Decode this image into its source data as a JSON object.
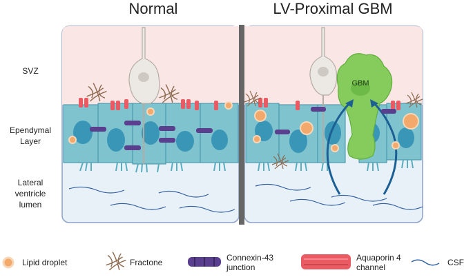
{
  "titles": {
    "left": "Normal",
    "right": "LV-Proximal GBM"
  },
  "row_labels": {
    "svz": "SVZ",
    "ependymal_line1": "Ependymal",
    "ependymal_line2": "Layer",
    "lumen_line1": "Lateral",
    "lumen_line2": "ventricle",
    "lumen_line3": "lumen"
  },
  "tumor_label": "GBM",
  "legend": {
    "lipid": "Lipid droplet",
    "fractone": "Fractone",
    "connexin_line1": "Connexin-43",
    "connexin_line2": "junction",
    "aquaporin_line1": "Aquaporin 4",
    "aquaporin_line2": "channel",
    "csf": "CSF"
  },
  "colors": {
    "svz_bg": "#fbe6e6",
    "lumen_bg": "#e8f0f8",
    "panel_border": "#8ca0c8",
    "divider": "#666666",
    "cell_fill": "#7fc3cf",
    "cell_stroke": "#3e8fa6",
    "nucleus": "#3a96b6",
    "cilia": "#58aebf",
    "lipid_fill": "#f3a96b",
    "lipid_stroke": "#f7d7b8",
    "connexin": "#5a3f8f",
    "aquaporin": "#e95a62",
    "fractone": "#8c6a50",
    "neuron_fill": "#ece8e4",
    "neuron_stroke": "#b3aca5",
    "gbm_fill": "#86cc5c",
    "gbm_stroke": "#5fae3a",
    "arrow": "#1b5f94",
    "csf_wave": "#2f5d9e"
  }
}
